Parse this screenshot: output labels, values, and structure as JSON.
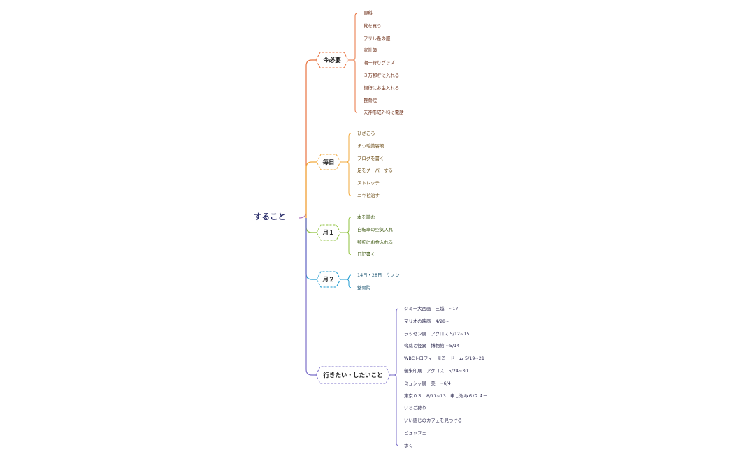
{
  "root": {
    "label": "すること"
  },
  "branches": [
    {
      "label": "今必要",
      "color": "#e8733f",
      "text_color": "#6b2a12",
      "items": [
        "眼科",
        "靴を買う",
        "フリル系の服",
        "家計簿",
        "潮干狩りグッズ",
        "３万郵貯に入れる",
        "銀行にお金入れる",
        "整骨院",
        "天神形成外科に電話"
      ]
    },
    {
      "label": "毎日",
      "color": "#f2a93b",
      "text_color": "#6b4a12",
      "items": [
        "ひざころ",
        "まつ毛美容液",
        "ブログを書く",
        "足をグーパーする",
        "ストレッチ",
        "ニキビ治す"
      ]
    },
    {
      "label": "月１",
      "color": "#8fc23c",
      "text_color": "#3f5a12",
      "items": [
        "本を読む",
        "自転車の空気入れ",
        "郵貯にお金入れる",
        "日記書く"
      ]
    },
    {
      "label": "月２",
      "color": "#1f9bd1",
      "text_color": "#15506e",
      "items": [
        "14日・28日　ケノン",
        "整骨院"
      ]
    },
    {
      "label": "行きたい・したいこと",
      "color": "#7b6fc9",
      "text_color": "#2c2950",
      "items": [
        "ジミー大西画　三越　~17",
        "マリオの映画　4/28~",
        "ラッセン展　アクロス 5/12~15",
        "脅威と怪異　博物館 ~5/14",
        "WBCトロフィー見る　ドーム 5/19~21",
        "御朱印展　アクロス　5/24~30",
        "ミュシャ展　美　~6/4",
        "東京０３　8/11~13　申し込み６/２４ー",
        "いちご狩り",
        "いい感じのカフェを見つける",
        "ビュッフェ",
        "歩く"
      ]
    }
  ]
}
